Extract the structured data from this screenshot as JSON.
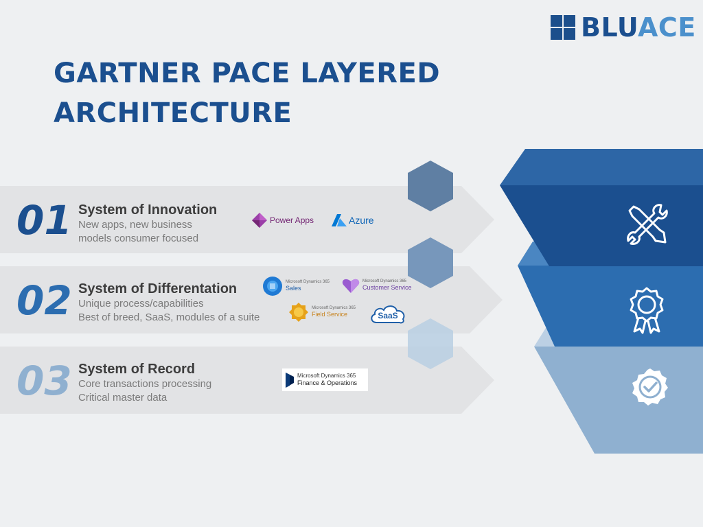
{
  "brand": {
    "part1": "BLU",
    "part2": "ACE"
  },
  "title": "GARTNER PACE LAYERED ARCHITECTURE",
  "layers": [
    {
      "number": "01",
      "heading": "System of Innovation",
      "lines": [
        "New apps, new business",
        "models consumer focused"
      ],
      "number_color": "#1b4f8f"
    },
    {
      "number": "02",
      "heading": "System of Differentation",
      "lines": [
        "Unique process/capabilities",
        "Best of breed, SaaS, modules of a suite"
      ],
      "number_color": "#2c6db0"
    },
    {
      "number": "03",
      "heading": "System of Record",
      "lines": [
        "Core transactions processing",
        "Critical master data"
      ],
      "number_color": "#8fb0d0"
    }
  ],
  "logos": {
    "power_apps": "Power Apps",
    "azure": "Azure",
    "sales_brand": "Microsoft Dynamics 365",
    "sales": "Sales",
    "cs_brand": "Microsoft Dynamics 365",
    "cs": "Customer Service",
    "fs_brand": "Microsoft Dynamics 365",
    "fs": "Field Service",
    "saas": "SaaS",
    "fo_brand": "Microsoft Dynamics 365",
    "fo": "Finance & Operations"
  },
  "icons": [
    "tools-icon",
    "award-ribbon-icon",
    "check-badge-icon"
  ],
  "colors": {
    "dark_blue": "#1b4f8f",
    "mid_blue": "#2c6db0",
    "light_blue": "#8fb0d0",
    "band_gray": "#e2e3e5",
    "background": "#eef0f2"
  }
}
